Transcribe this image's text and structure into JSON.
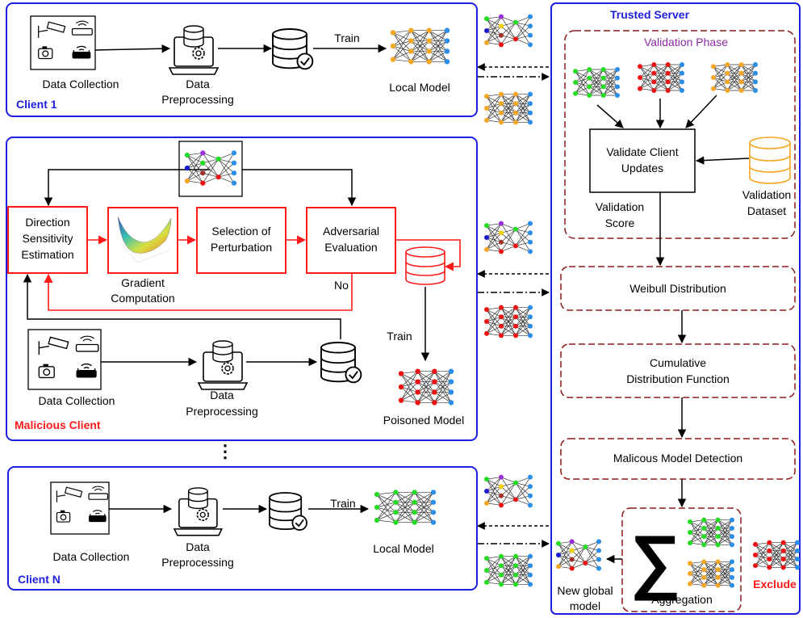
{
  "clients": {
    "client1": {
      "title": "Client 1",
      "data_collection": "Data Collection",
      "preprocessing_line1": "Data",
      "preprocessing_line2": "Preprocessing",
      "train": "Train",
      "local_model": "Local Model"
    },
    "malicious": {
      "title": "Malicious Client",
      "direction_line1": "Direction",
      "direction_line2": "Sensitivity",
      "direction_line3": "Estimation",
      "gradient_line1": "Gradient",
      "gradient_line2": "Computation",
      "selection_line1": "Selection of",
      "selection_line2": "Perturbation",
      "adversarial_line1": "Adversarial",
      "adversarial_line2": "Evaluation",
      "no": "No",
      "train": "Train",
      "data_collection": "Data Collection",
      "preprocessing_line1": "Data",
      "preprocessing_line2": "Preprocessing",
      "poisoned_model": "Poisoned Model"
    },
    "ellipsis": "⋮",
    "clientN": {
      "title": "Client N",
      "data_collection": "Data Collection",
      "preprocessing_line1": "Data",
      "preprocessing_line2": "Preprocessing",
      "train": "Train",
      "local_model": "Local Model"
    }
  },
  "server": {
    "title": "Trusted Server",
    "validation_phase": "Validation Phase",
    "validate_line1": "Validate Client",
    "validate_line2": "Updates",
    "validation_score_line1": "Validation",
    "validation_score_line2": "Score",
    "validation_dataset_line1": "Validation",
    "validation_dataset_line2": "Dataset",
    "weibull": "Weibull Distribution",
    "cdf_line1": "Cumulative",
    "cdf_line2": "Distribution Function",
    "malicious_detection": "Malicous Model Detection",
    "aggregation": "Aggregation",
    "sigma": "∑",
    "new_global_line1": "New global",
    "new_global_line2": "model",
    "exclude": "Exclude"
  },
  "colors": {
    "client_border": "#1f1fdf",
    "server_dashed": "#8b1a1a",
    "attack_red": "#ff1a1a",
    "node_green": "#22dd22",
    "node_blue": "#2a8ee8",
    "node_orange": "#f5a623",
    "node_red": "#ee1111",
    "node_purple": "#9b30d9",
    "node_darkblue": "#1a1acc",
    "node_brown": "#a0322d",
    "node_yellow": "#f4d000",
    "dataset_orange": "#f5a623"
  },
  "icons": [
    "camera-icon",
    "router-icon",
    "cctv-icon",
    "wifi-router-icon",
    "laptop-gear-icon",
    "database-check-icon",
    "database-icon",
    "neural-network-icon",
    "loss-surface-icon"
  ]
}
